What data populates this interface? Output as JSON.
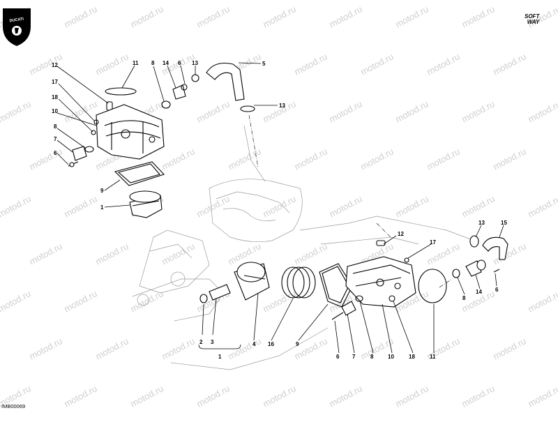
{
  "brand": {
    "logo_text": "DUCATI",
    "softway_line1": "SOFT",
    "softway_line2": "WAY"
  },
  "drawing_code": "IMB00069",
  "watermark_text": "motod.ru",
  "upper_callouts": [
    "12",
    "11",
    "8",
    "14",
    "6",
    "13",
    "5",
    "17",
    "18",
    "10",
    "8",
    "7",
    "6",
    "13",
    "9",
    "1"
  ],
  "lower_callouts": [
    "12",
    "17",
    "13",
    "15",
    "8",
    "14",
    "6",
    "2",
    "3",
    "4",
    "16",
    "9",
    "6",
    "7",
    "8",
    "10",
    "18",
    "11",
    "1"
  ]
}
